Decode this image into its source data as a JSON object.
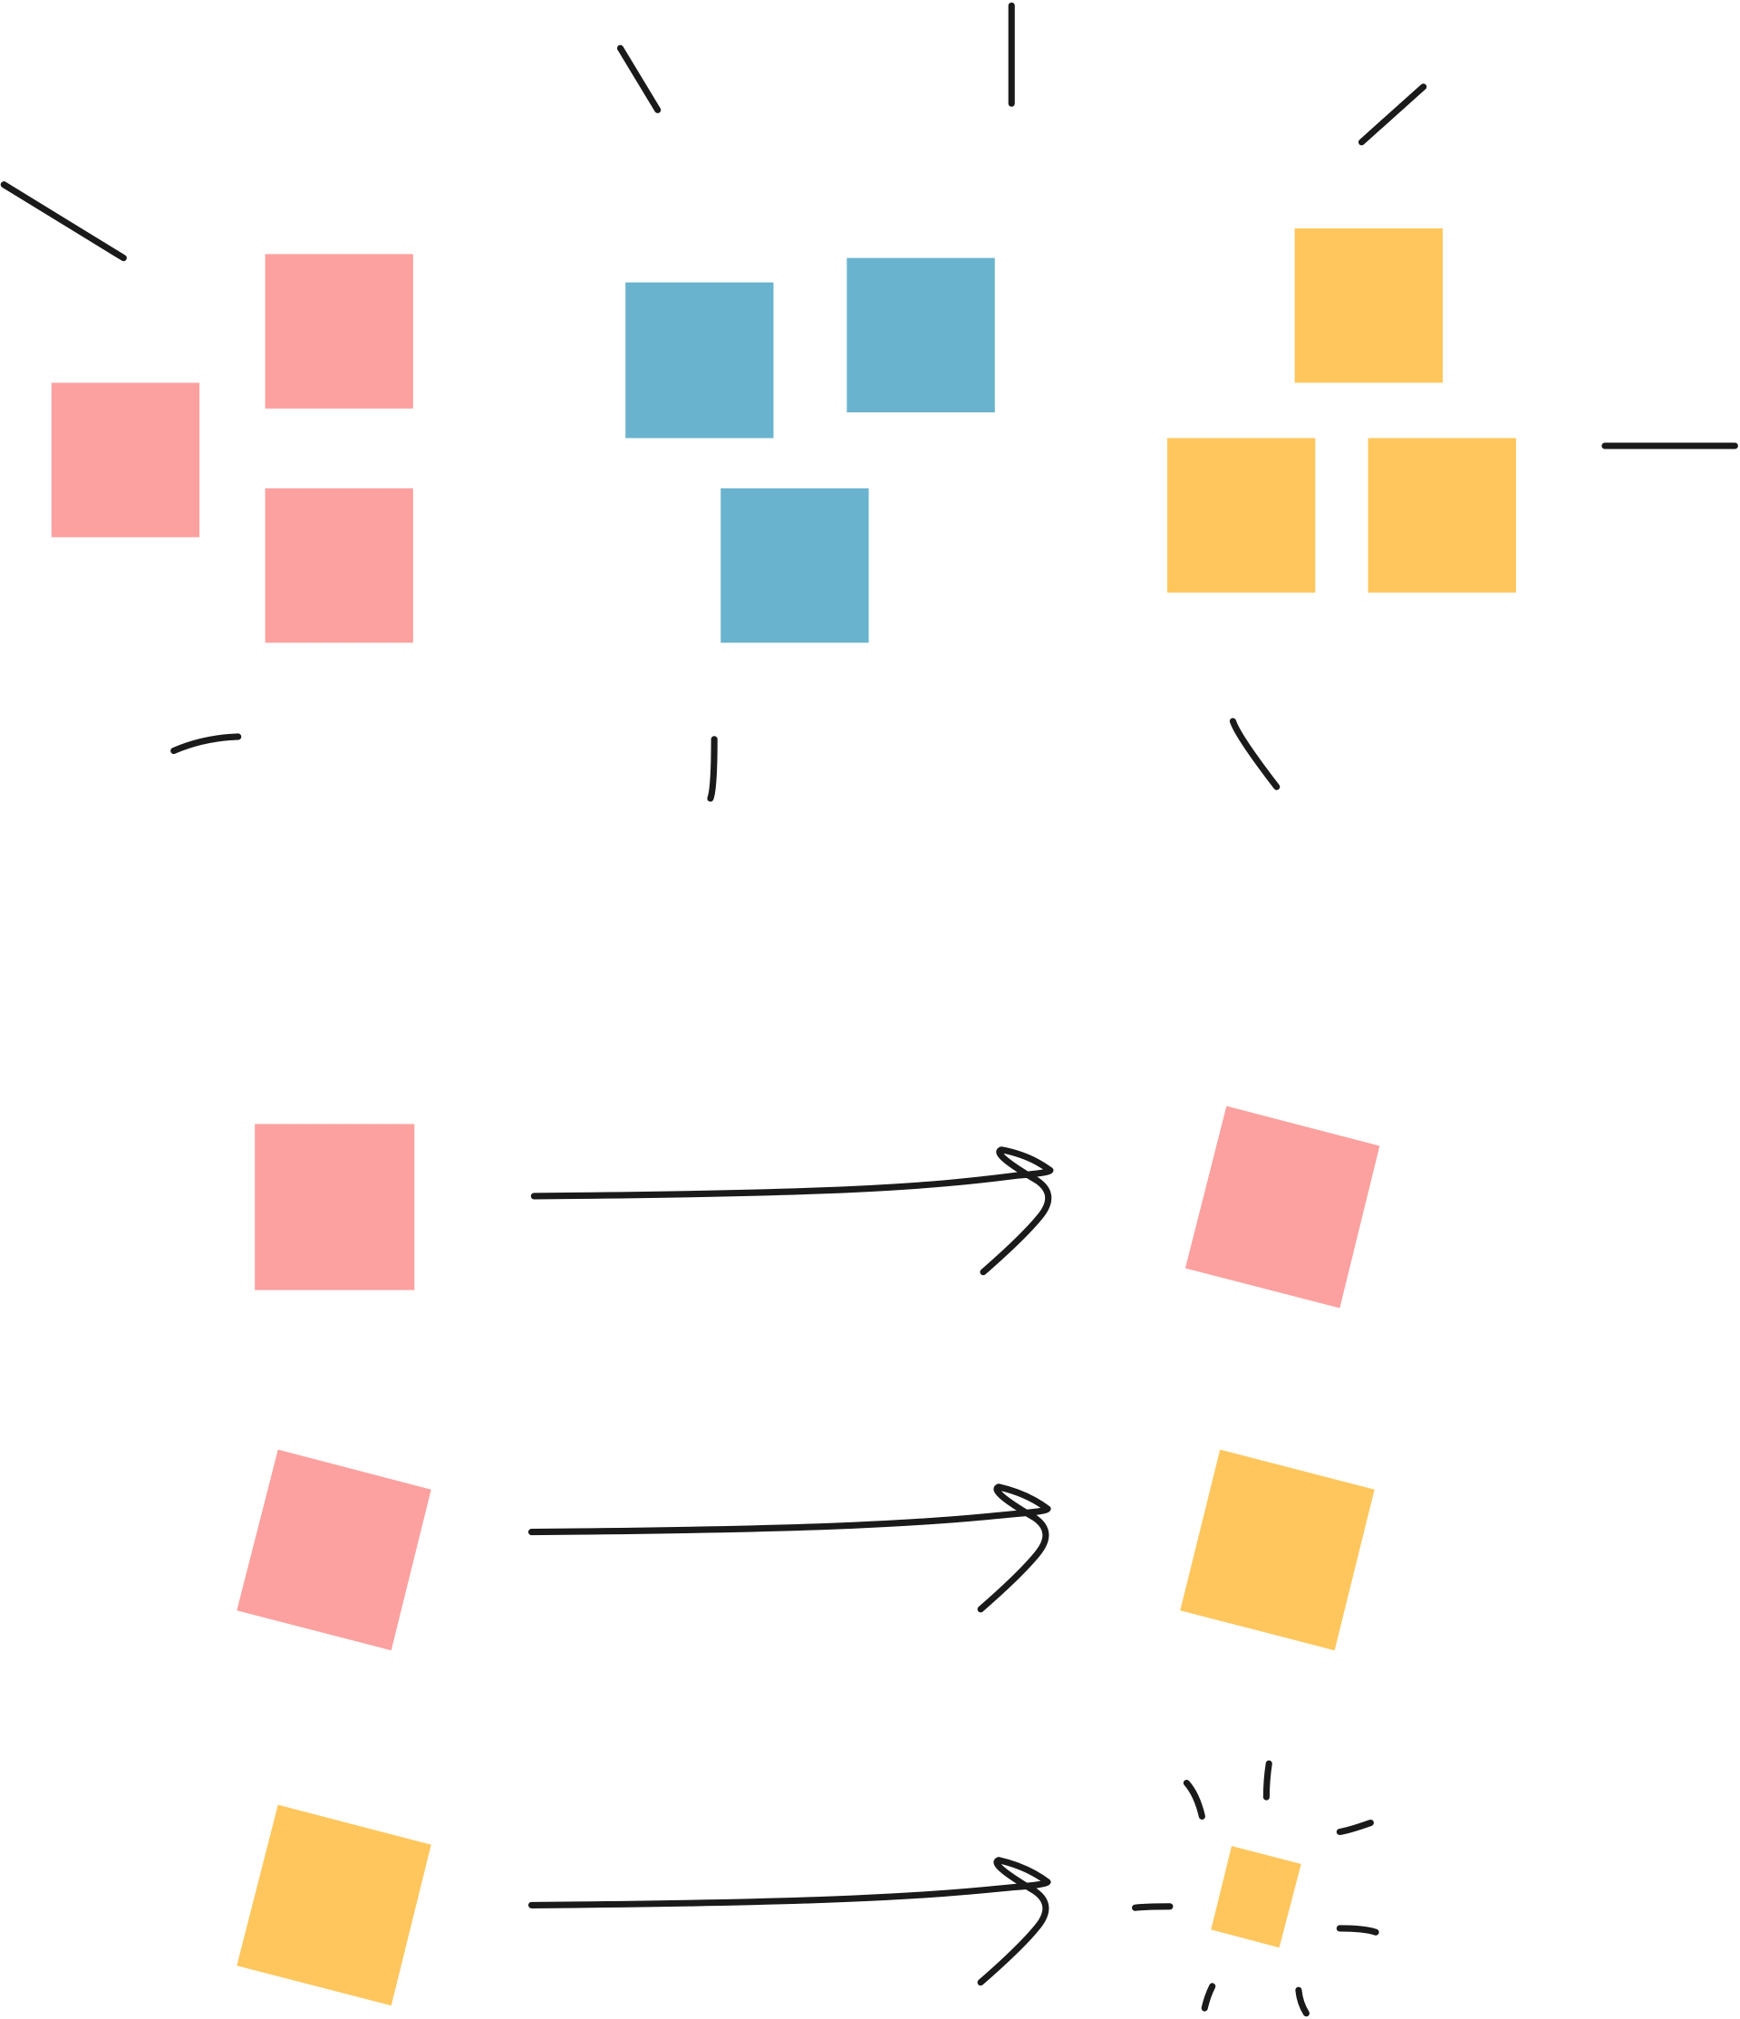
{
  "colors": {
    "pink": "#FCA19F",
    "blue": "#6AB3CE",
    "yellow": "#FEC65C",
    "ink": "#1a1a1a",
    "background": "#ffffff"
  },
  "clusters": [
    {
      "color": "pink",
      "count": 3
    },
    {
      "color": "blue",
      "count": 3
    },
    {
      "color": "yellow",
      "count": 3
    }
  ],
  "transformations": [
    {
      "from": "pink",
      "to": "pink",
      "change": "rotate"
    },
    {
      "from": "pink",
      "to": "yellow",
      "change": "recolor"
    },
    {
      "from": "yellow",
      "to": "yellow",
      "change": "shrink-highlight"
    }
  ]
}
